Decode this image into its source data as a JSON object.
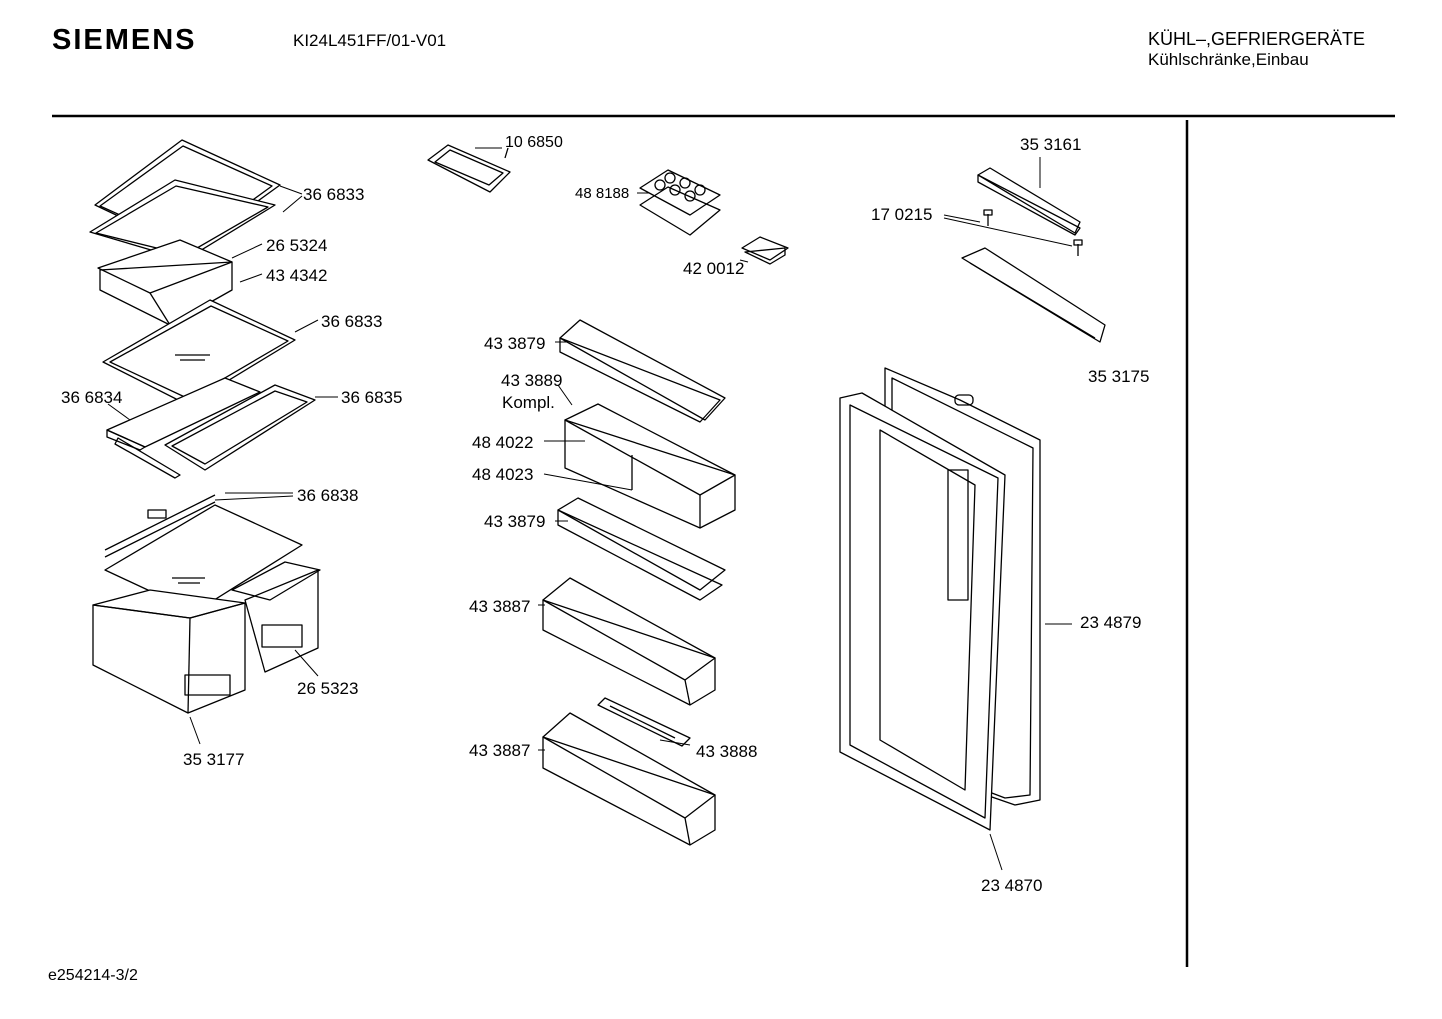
{
  "header": {
    "brand": "SIEMENS",
    "model": "KI24L451FF/01-V01",
    "category_line1": "KÜHL–,GEFRIERGERÄTE",
    "category_line2": "Kühlschränke,Einbau"
  },
  "footer": {
    "drawing_id": "e254214-3/2"
  },
  "parts": [
    {
      "id": "p-366833-a",
      "label": "36 6833"
    },
    {
      "id": "p-265324",
      "label": "26 5324"
    },
    {
      "id": "p-434342",
      "label": "43 4342"
    },
    {
      "id": "p-366833-b",
      "label": "36 6833"
    },
    {
      "id": "p-366834",
      "label": "36 6834"
    },
    {
      "id": "p-366835",
      "label": "36 6835"
    },
    {
      "id": "p-366838",
      "label": "36 6838"
    },
    {
      "id": "p-265323",
      "label": "26 5323"
    },
    {
      "id": "p-353177",
      "label": "35 3177"
    },
    {
      "id": "p-106850",
      "label": "10 6850"
    },
    {
      "id": "p-488188",
      "label": "48 8188"
    },
    {
      "id": "p-420012",
      "label": "42 0012"
    },
    {
      "id": "p-433879-a",
      "label": "43 3879"
    },
    {
      "id": "p-433889",
      "label": "43 3889"
    },
    {
      "id": "p-kompl",
      "label": "Kompl."
    },
    {
      "id": "p-484022",
      "label": "48 4022"
    },
    {
      "id": "p-484023",
      "label": "48 4023"
    },
    {
      "id": "p-433879-b",
      "label": "43 3879"
    },
    {
      "id": "p-433887-a",
      "label": "43 3887"
    },
    {
      "id": "p-433887-b",
      "label": "43 3887"
    },
    {
      "id": "p-433888",
      "label": "43 3888"
    },
    {
      "id": "p-353161",
      "label": "35 3161"
    },
    {
      "id": "p-170215",
      "label": "17 0215"
    },
    {
      "id": "p-353175",
      "label": "35 3175"
    },
    {
      "id": "p-234879",
      "label": "23 4879"
    },
    {
      "id": "p-234870",
      "label": "23 4870"
    }
  ]
}
